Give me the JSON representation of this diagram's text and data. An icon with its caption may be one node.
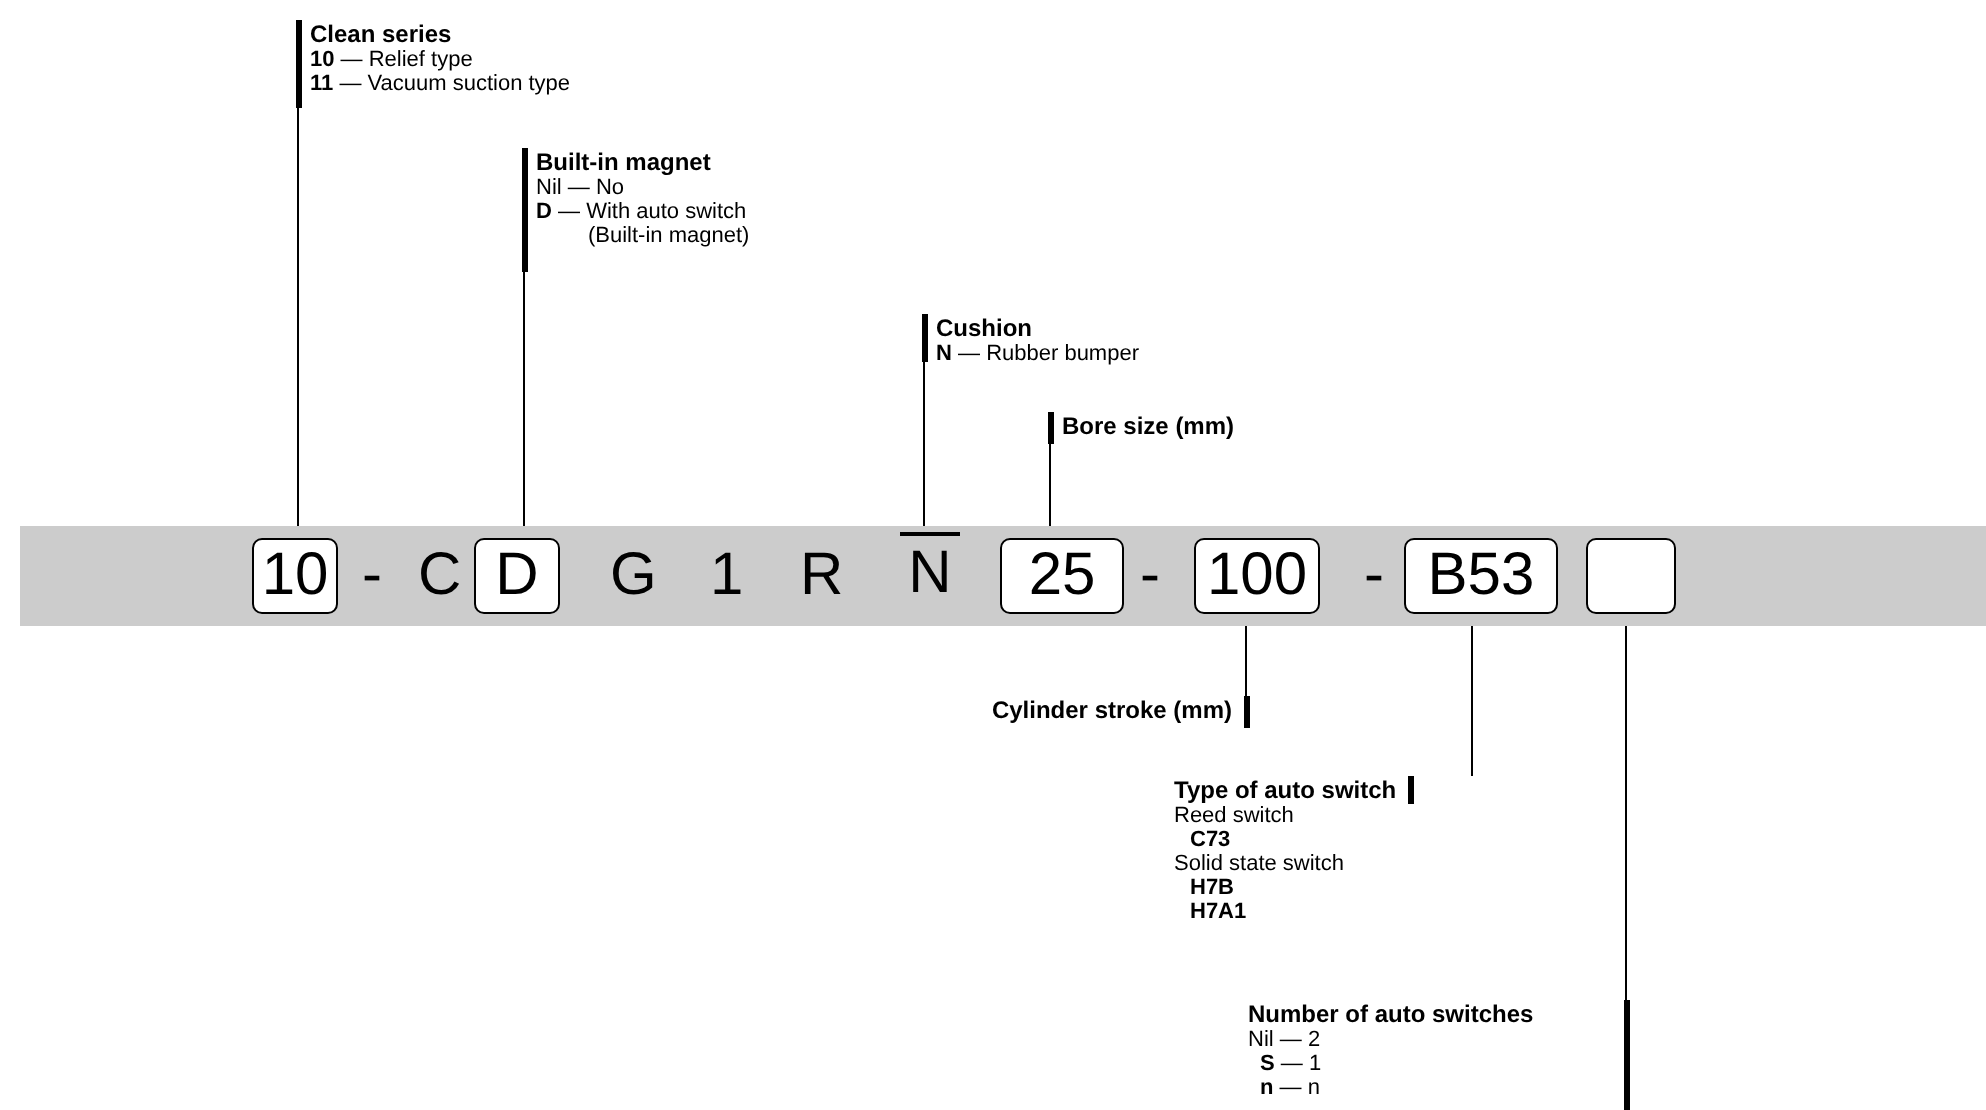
{
  "diagram": {
    "nodes": [
      {
        "text": [
          "Clean series",
          "**10** — Relief type",
          "**11** — Vacuum suction type"
        ]
      },
      {
        "text": [
          "Built-in magnet",
          "Nil — No",
          "**D** — With auto switch (Built-in magnet)"
        ]
      },
      {
        "text": [
          "Cushion",
          "**N** — Rubber bumper"
        ]
      },
      {
        "text": [
          "Bore size (mm)"
        ]
      },
      {
        "text": [
          "-",
          "C",
          "G",
          "1",
          "R",
          "-",
          "-"
        ]
      },
      {
        "text": [
          "10"
        ],
        "in": 4
      },
      {
        "text": [
          "D"
        ],
        "in": 4
      },
      {
        "text": [
          "N"
        ],
        "in": 4
      },
      {
        "text": [
          "25"
        ],
        "in": 4
      },
      {
        "text": [
          "100"
        ],
        "in": 4
      },
      {
        "text": [
          "B53"
        ],
        "in": 4
      },
      {
        "text": [],
        "shape": "box",
        "in": 4
      },
      {
        "text": [
          "Cylinder stroke (mm)"
        ]
      },
      {
        "text": [
          "Type of auto switch",
          "Reed switch",
          "C73",
          "Solid state switch",
          "H7B",
          "H7A1"
        ]
      },
      {
        "text": [
          "Number of auto switches",
          "Nil — 2",
          "**S** — 1",
          "**n** — n"
        ]
      }
    ],
    "edges": [
      {
        "from": 0,
        "to": 5,
        "arrow": "none"
      },
      {
        "from": 1,
        "to": 6,
        "arrow": "none"
      },
      {
        "from": 2,
        "to": 7,
        "arrow": "none"
      },
      {
        "from": 3,
        "to": 8,
        "arrow": "none"
      },
      {
        "from": 12,
        "to": 9,
        "arrow": "none"
      },
      {
        "from": 13,
        "to": 10,
        "arrow": "none"
      },
      {
        "from": 14,
        "to": 11,
        "arrow": "none"
      }
    ]
  }
}
